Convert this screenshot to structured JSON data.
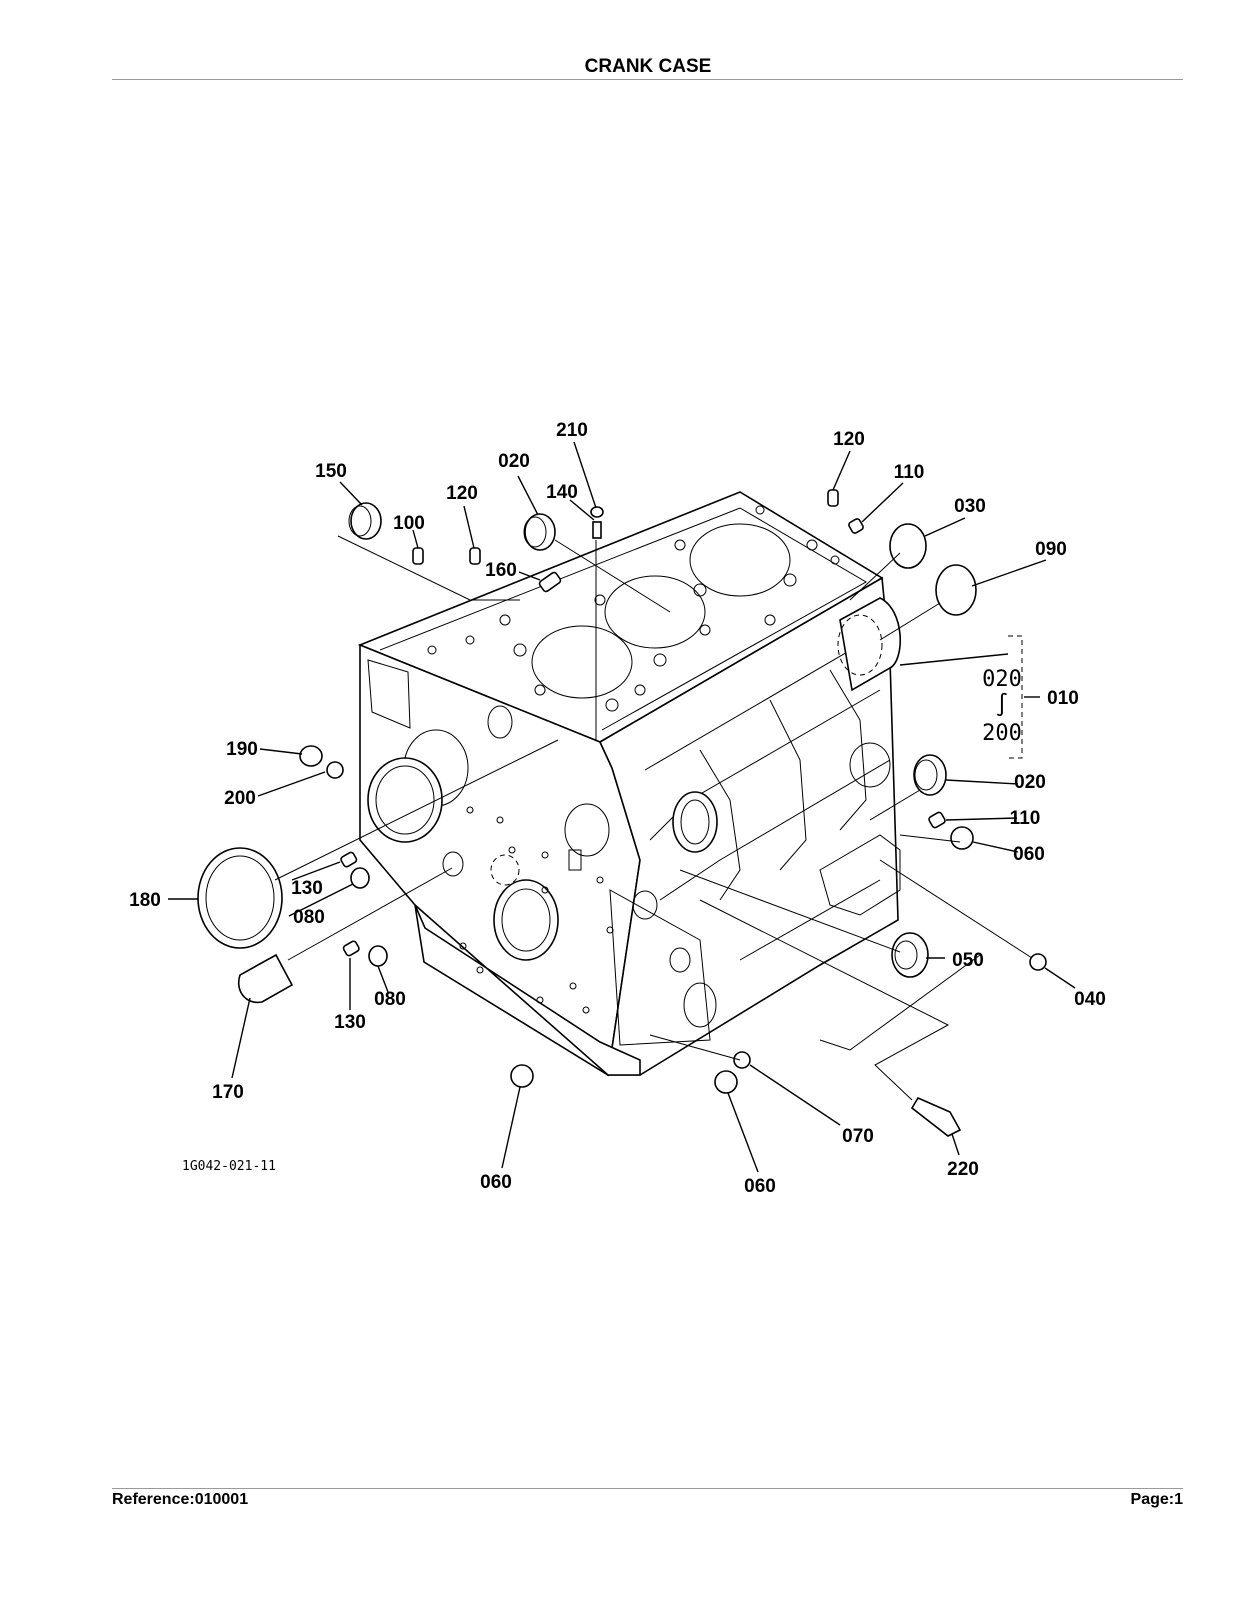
{
  "header": {
    "title": "CRANK CASE"
  },
  "footer": {
    "reference": "Reference:010001",
    "page": "Page:1"
  },
  "figure": {
    "code": "1G042-021-11",
    "range": {
      "from": "020",
      "sep": "∫",
      "to": "200"
    },
    "callouts": [
      "210",
      "120",
      "150",
      "020",
      "140",
      "120",
      "110",
      "030",
      "100",
      "160",
      "090",
      "010",
      "190",
      "200",
      "020",
      "110",
      "060",
      "180",
      "130",
      "080",
      "050",
      "040",
      "130",
      "080",
      "170",
      "070",
      "220",
      "060",
      "060"
    ]
  }
}
